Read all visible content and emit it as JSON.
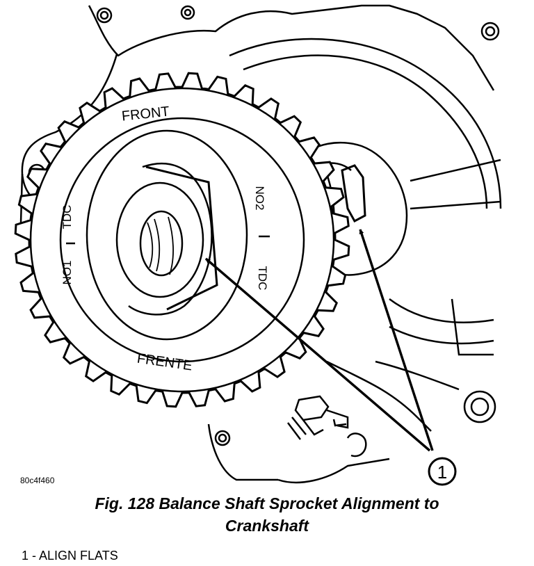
{
  "figure": {
    "id_code": "80c4f460",
    "caption_line1": "Fig. 128 Balance Shaft Sprocket Alignment to",
    "caption_line2": "Crankshaft"
  },
  "labels": {
    "front": "FRONT",
    "frente": "FRENTE",
    "no1": "NO1",
    "tdc1": "TDC",
    "no2": "NO2",
    "tdc2": "TDC",
    "callout": "1"
  },
  "legend": {
    "items": [
      {
        "number": "1",
        "text": "ALIGN FLATS"
      }
    ]
  },
  "colors": {
    "ink": "#000000",
    "paper": "#ffffff"
  }
}
